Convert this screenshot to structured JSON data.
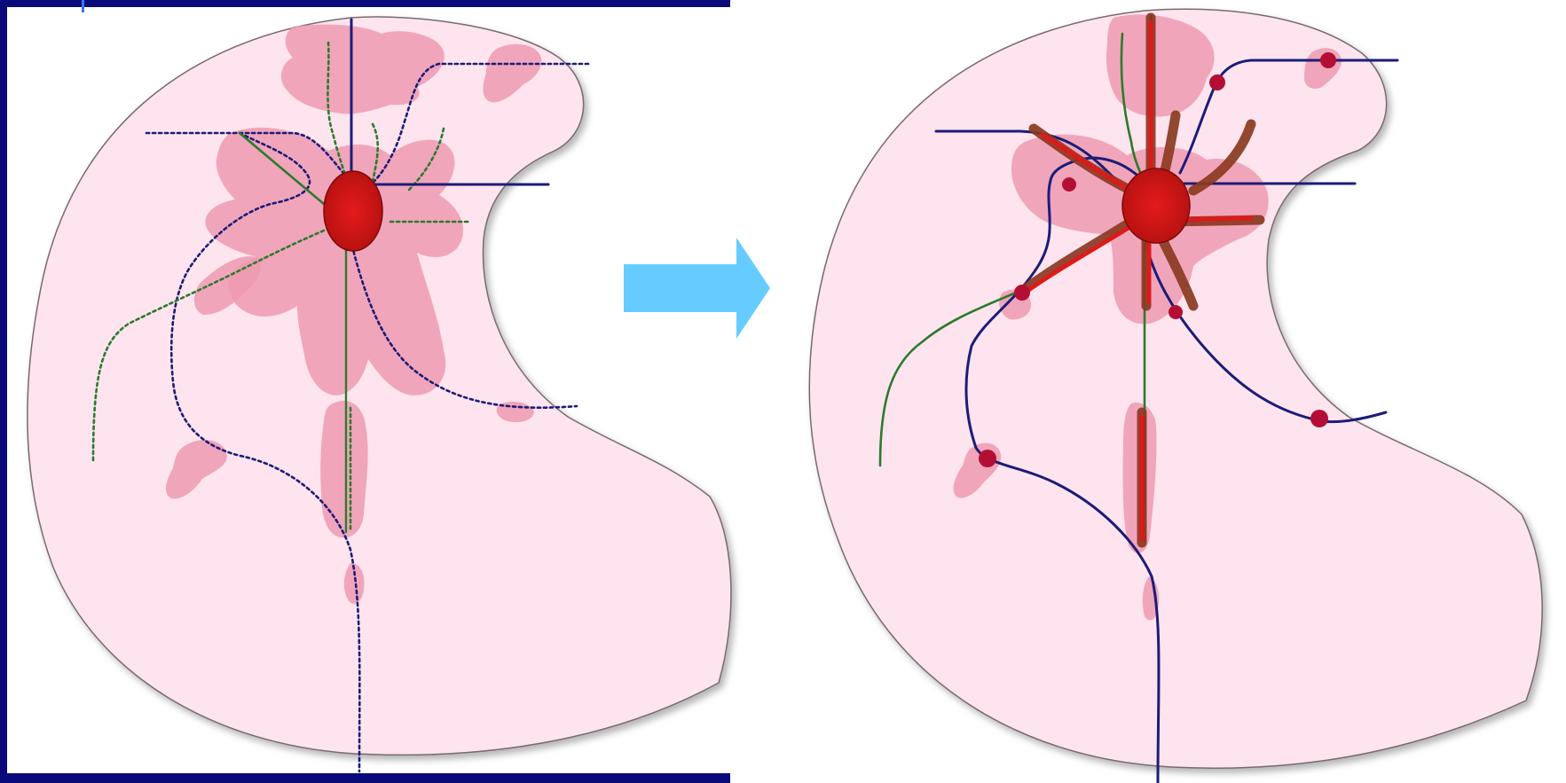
{
  "slide": {
    "background": "#ffffff",
    "frame_color": "#0a0a7a"
  },
  "colors": {
    "region_fill": "#fde4ee",
    "region_stroke": "#7a6a70",
    "lesion": "#ee9ab0",
    "core": "#dd1a1a",
    "core_dark": "#a50d12",
    "vessel_blue": "#1c1c78",
    "vessel_green": "#2c7a2c",
    "vessel_brown": "#8a3a22",
    "node": "#b30f35",
    "arrow": "#66ccff"
  },
  "panels": {
    "left": {
      "state": "before",
      "style": "dotted-paths"
    },
    "right": {
      "state": "after",
      "style": "solid-paths"
    }
  },
  "transition_arrow": {
    "icon": "right-arrow",
    "direction": "right"
  }
}
